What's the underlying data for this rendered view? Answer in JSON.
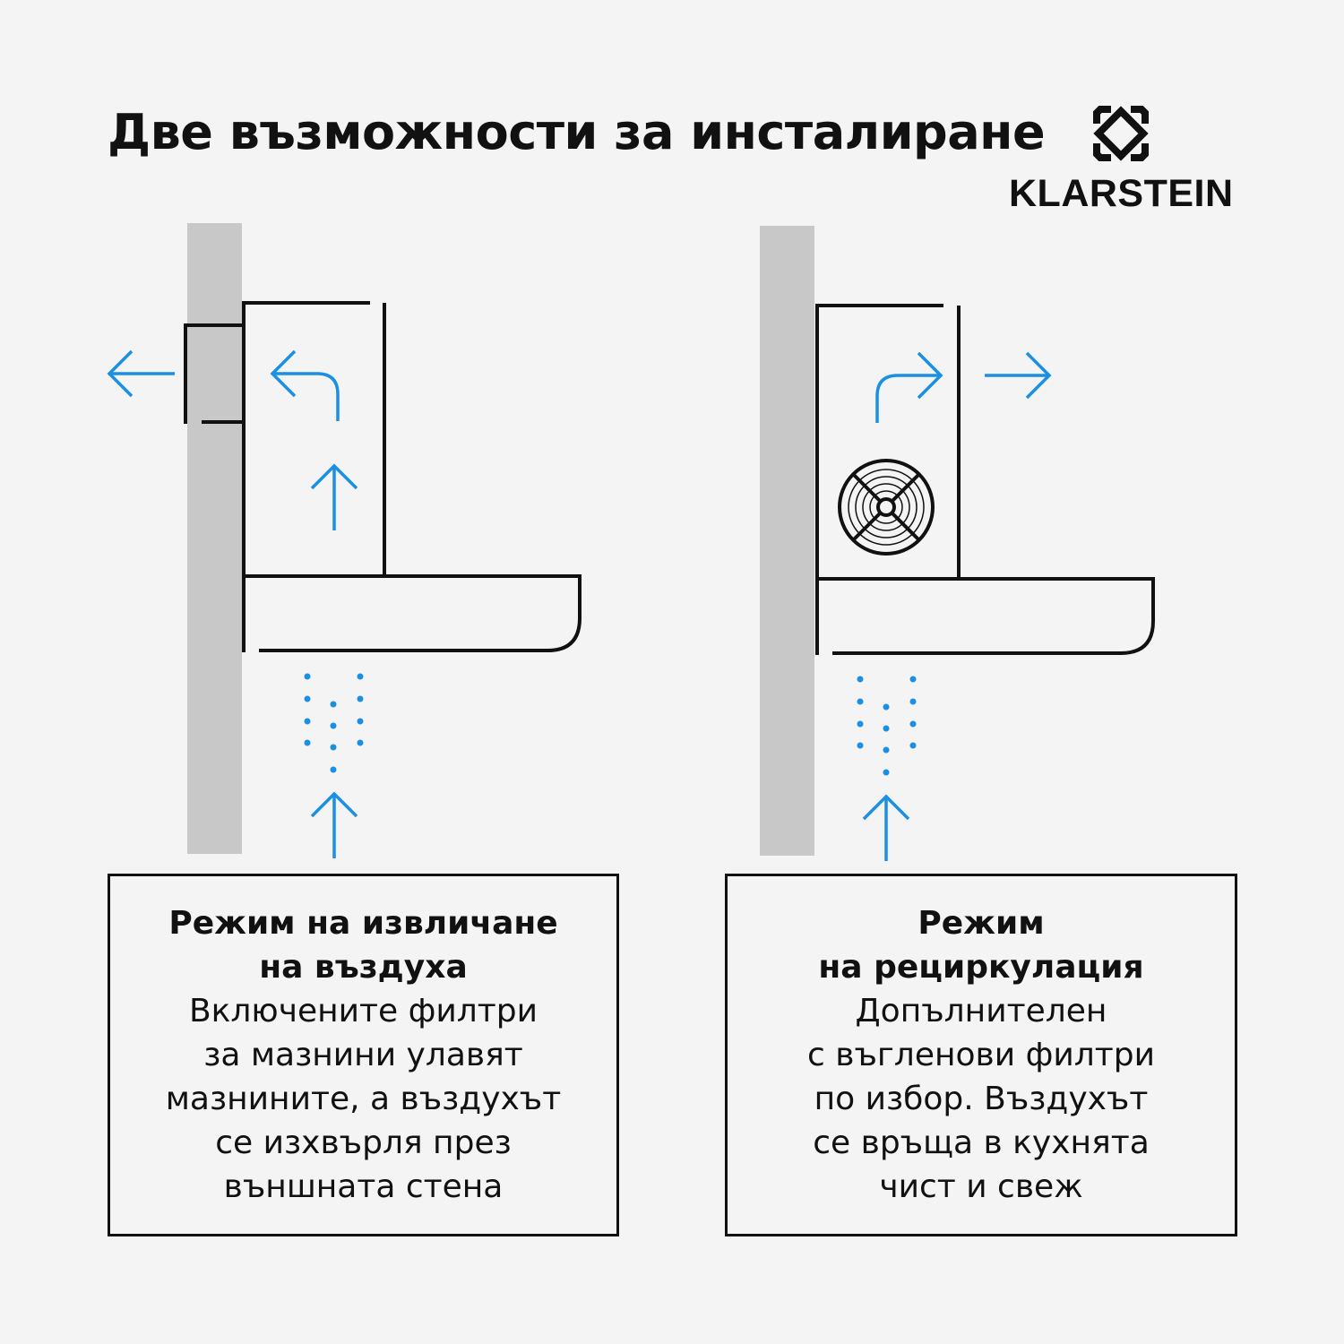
{
  "header": {
    "title": "Две възможности за инсталиране",
    "brand_name": "KLARSTEIN",
    "brand_icon": "klarstein-logo-icon"
  },
  "colors": {
    "background": "#f4f4f4",
    "wall": "#c8c8c8",
    "line": "#111111",
    "airflow": "#1a8fe3"
  },
  "modes": [
    {
      "title": "Режим на извличане\nна въздуха",
      "description": "Включените филтри\nза мазнини улавят\nмазнините, а въздухът\nсе изхвърля през\nвъншната стена"
    },
    {
      "title": "Режим\nна рециркулация",
      "description": "Допълнителен\nс въглен­ови филтри\nпо избор. Въздухът\nсе връща в кухнята\nчист и свеж"
    }
  ]
}
